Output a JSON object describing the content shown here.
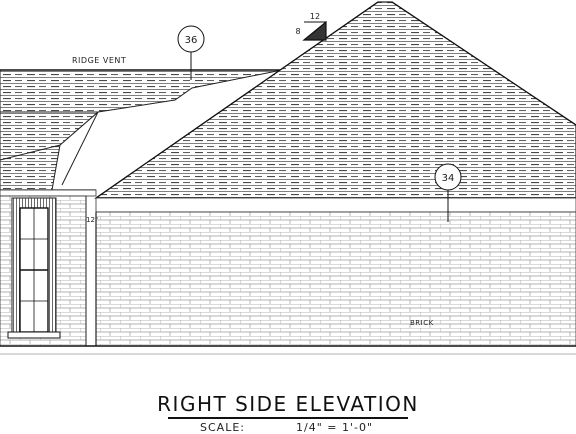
{
  "drawing": {
    "title": "RIGHT SIDE ELEVATION",
    "scale_label": "SCALE:",
    "scale_value": "1/4\" = 1'-0\"",
    "callouts": {
      "ridge_vent": "RIDGE VENT",
      "brick": "BRICK",
      "marker_left": "36",
      "marker_right": "34",
      "pitch_rise": "8",
      "pitch_run": "12",
      "wall_pitch": "12\""
    }
  }
}
